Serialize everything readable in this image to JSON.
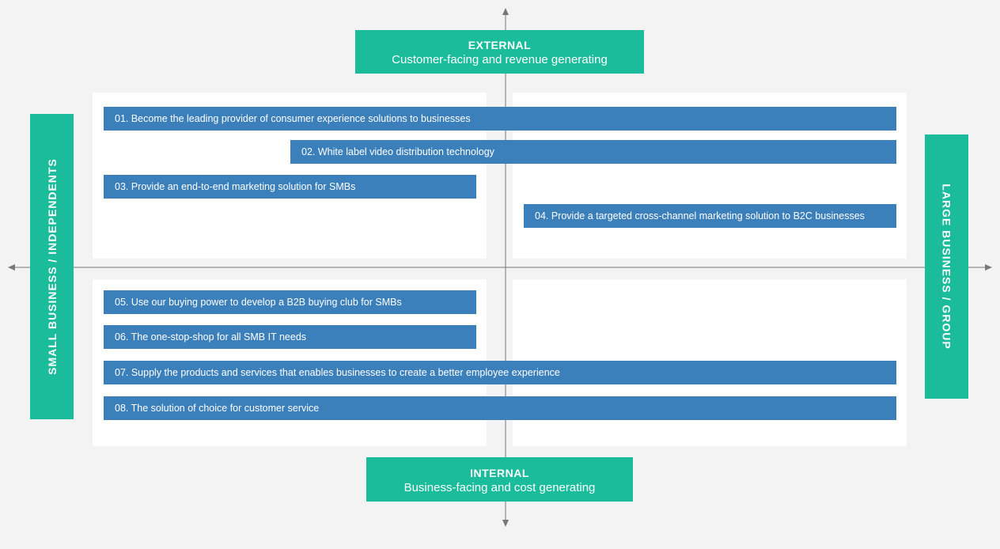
{
  "axis_labels": {
    "top": {
      "title": "EXTERNAL",
      "subtitle": "Customer-facing and revenue generating"
    },
    "bottom": {
      "title": "INTERNAL",
      "subtitle": "Business-facing and cost generating"
    },
    "left": "SMALL BUSINESS / INDEPENDENTS",
    "right": "LARGE BUSINESS / GROUP"
  },
  "items": [
    "01. Become the leading provider of consumer experience solutions to businesses",
    "02. White label video distribution technology",
    "03. Provide an end-to-end marketing solution for SMBs",
    "04. Provide a targeted cross-channel marketing solution to B2C businesses",
    "05. Use our buying power to develop a B2B buying club for SMBs",
    "06. The one-stop-shop for all SMB IT needs",
    "07. Supply the products and services that enables businesses to create a better employee experience",
    "08. The solution of choice for customer service"
  ],
  "colors": {
    "background": "#f3f3f3",
    "panel": "#ffffff",
    "bar": "#3b7fbb",
    "label": "#1abc9c",
    "axis": "#777777"
  }
}
